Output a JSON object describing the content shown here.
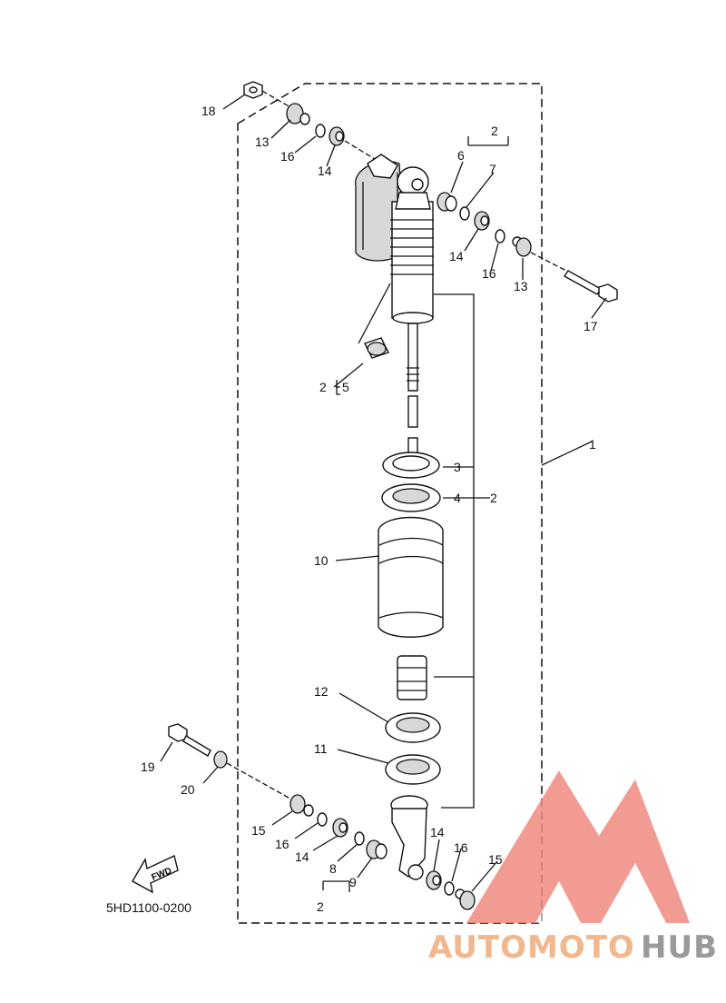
{
  "diagram": {
    "code": "5HD1100-0200",
    "fwd_label": "FWD",
    "callouts": [
      "18",
      "13",
      "16",
      "14",
      "2",
      "6",
      "7",
      "14",
      "16",
      "13",
      "17",
      "2",
      "5",
      "1",
      "3",
      "4",
      "2",
      "10",
      "12",
      "11",
      "19",
      "20",
      "15",
      "16",
      "14",
      "14",
      "16",
      "15",
      "8",
      "9",
      "2"
    ]
  },
  "watermark": {
    "text_a": "AUTOMOTO",
    "text_b": "HUB",
    "color_logo": "#f08a80",
    "color_a": "#f1b78d",
    "color_b": "#9a9a9a"
  }
}
